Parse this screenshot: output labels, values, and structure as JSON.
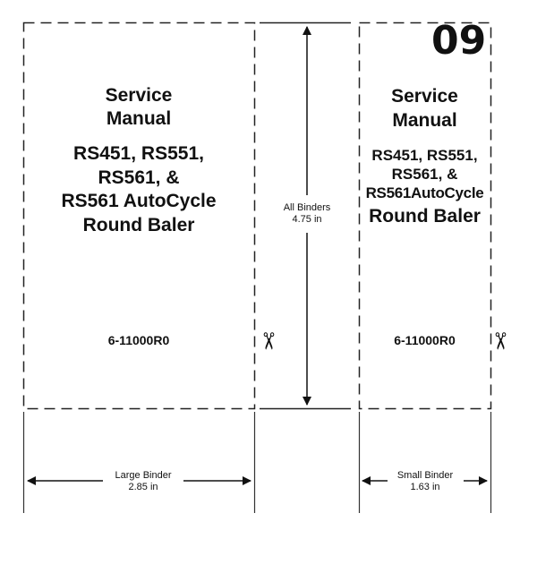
{
  "large_binder": {
    "title_line1": "Service",
    "title_line2": "Manual",
    "models_line1": "RS451, RS551,",
    "models_line2": "RS561, &",
    "models_line3": "RS561 AutoCycle",
    "product": "Round Baler",
    "part_number": "6-11000R0",
    "dimension_label": "Large Binder",
    "dimension_value": "2.85 in"
  },
  "small_binder": {
    "section_number": "09",
    "title_line1": "Service",
    "title_line2": "Manual",
    "models_line1": "RS451, RS551,",
    "models_line2": "RS561, &",
    "models_line3": "RS561AutoCycle",
    "product": "Round Baler",
    "part_number": "6-11000R0",
    "dimension_label": "Small Binder",
    "dimension_value": "1.63 in"
  },
  "height_dimension": {
    "label": "All Binders",
    "value": "4.75 in"
  },
  "icons": {
    "cut_mark": "scissors-icon"
  }
}
